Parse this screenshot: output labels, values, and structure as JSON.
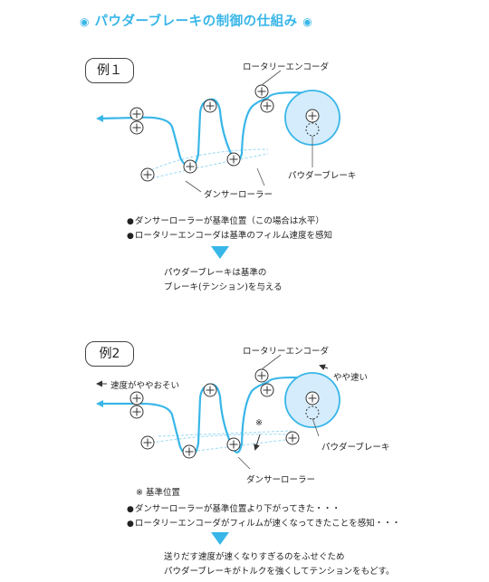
{
  "title": "パウダーブレーキの制御の仕組み",
  "title_marker": "◉",
  "colors": {
    "accent": "#38b6e8",
    "roll_fill": "#d4ecfb",
    "dash": "#9ad8f2"
  },
  "example1": {
    "tag": "例１",
    "encoder_label": "ロータリーエンコーダ",
    "brake_label": "パウダーブレーキ",
    "dancer_label": "ダンサーローラー",
    "bullets": [
      "ダンサーローラーが基準位置（この場合は水平）",
      "ロータリーエンコーダは基準のフィルム速度を感知"
    ],
    "result": [
      "パウダーブレーキは基準の",
      "ブレーキ(テンション)を与える"
    ]
  },
  "example2": {
    "tag": "例2",
    "encoder_label": "ロータリーエンコーダ",
    "brake_label": "パウダーブレーキ",
    "dancer_label": "ダンサーローラー",
    "slow_label": "速度がややおそい",
    "fast_label": "やや速い",
    "asterisk": "※",
    "reference_label": "※ 基準位置",
    "bullets": [
      "ダンサーローラーが基準位置より下がってきた・・・",
      "ロータリーエンコーダがフィルムが速くなってきたことを感知・・・"
    ],
    "result": [
      "送りだす速度が速くなりすぎるのをふせぐため",
      "パウダーブレーキがトルクを強くしてテンションをもどす。"
    ]
  }
}
